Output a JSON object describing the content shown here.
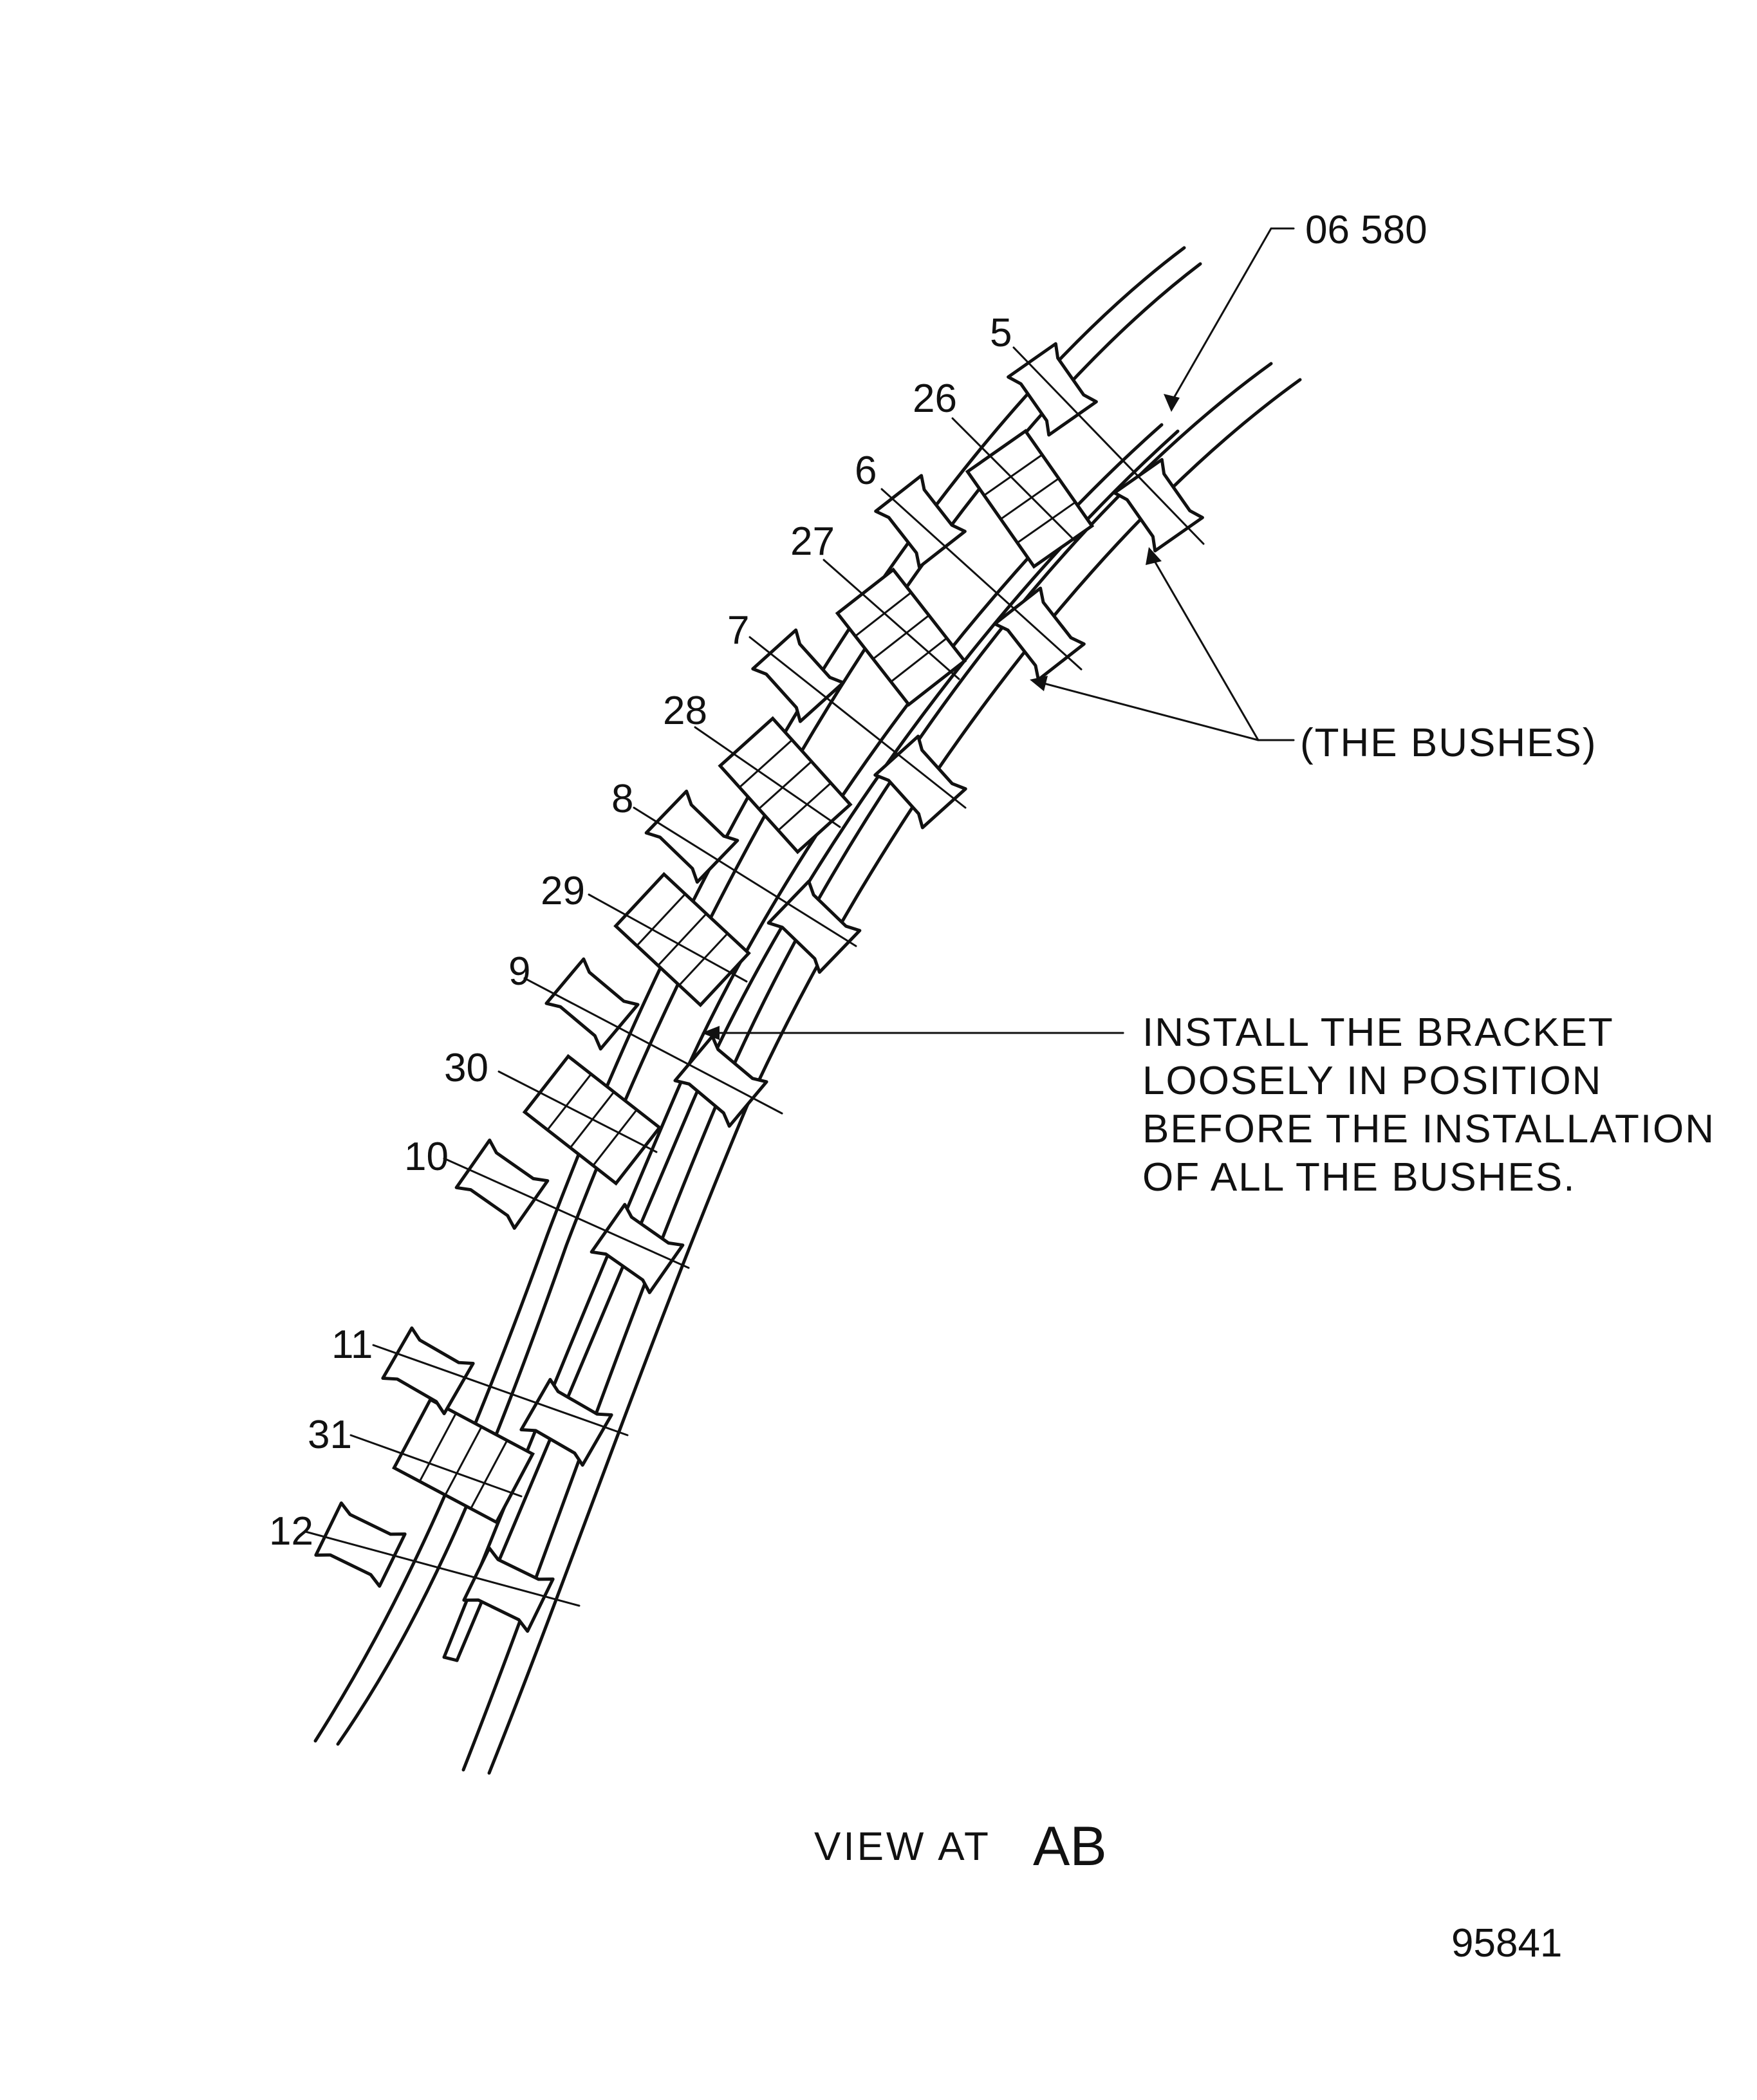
{
  "part_ref": "06 580",
  "item_labels": [
    "5",
    "26",
    "6",
    "27",
    "7",
    "28",
    "8",
    "29",
    "9",
    "30",
    "10",
    "11",
    "31",
    "12"
  ],
  "bushes_label": "(THE BUSHES)",
  "instruction": {
    "line1": "INSTALL THE BRACKET",
    "line2": "LOOSELY IN POSITION",
    "line3": "BEFORE THE INSTALLATION",
    "line4": "OF ALL THE BUSHES."
  },
  "caption": {
    "view_at": "VIEW AT",
    "section": "AB"
  },
  "figure_number": "95841"
}
